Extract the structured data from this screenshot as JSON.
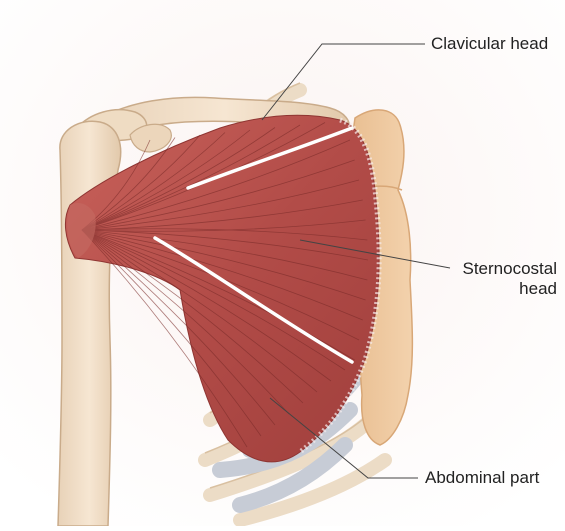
{
  "labels": {
    "clavicular_head": "Clavicular head",
    "sternocostal_head_line1": "Sternocostal",
    "sternocostal_head_line2": "head",
    "abdominal_part": "Abdominal part"
  },
  "colors": {
    "muscle": "#b9534f",
    "muscle_dark": "#8f3532",
    "muscle_light": "#d98a84",
    "bone": "#f0dcc4",
    "bone_edge": "#cfb394",
    "sternum": "#eec89e",
    "sternum_edge": "#d6a574",
    "cartilage": "#c9cfd9",
    "tendon": "#f6ecee",
    "leader_line": "#444444"
  }
}
